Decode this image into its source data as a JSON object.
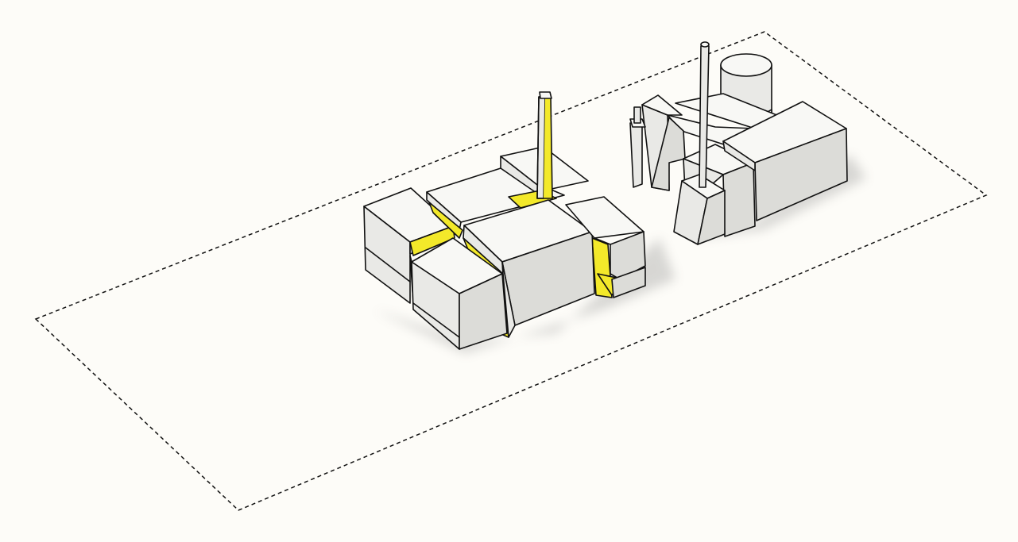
{
  "colors": {
    "background": "#fdfcf8",
    "accent": "#f3e92a",
    "outline": "#111111",
    "face_top": "#f8f8f5",
    "face_left": "#e9e9e6",
    "face_right": "#dcdcd8"
  },
  "scene": {
    "boundary_style": "dashed",
    "cluster_left": "building-cluster-with-yellow-joints",
    "cluster_right": "industrial-building-cluster"
  }
}
